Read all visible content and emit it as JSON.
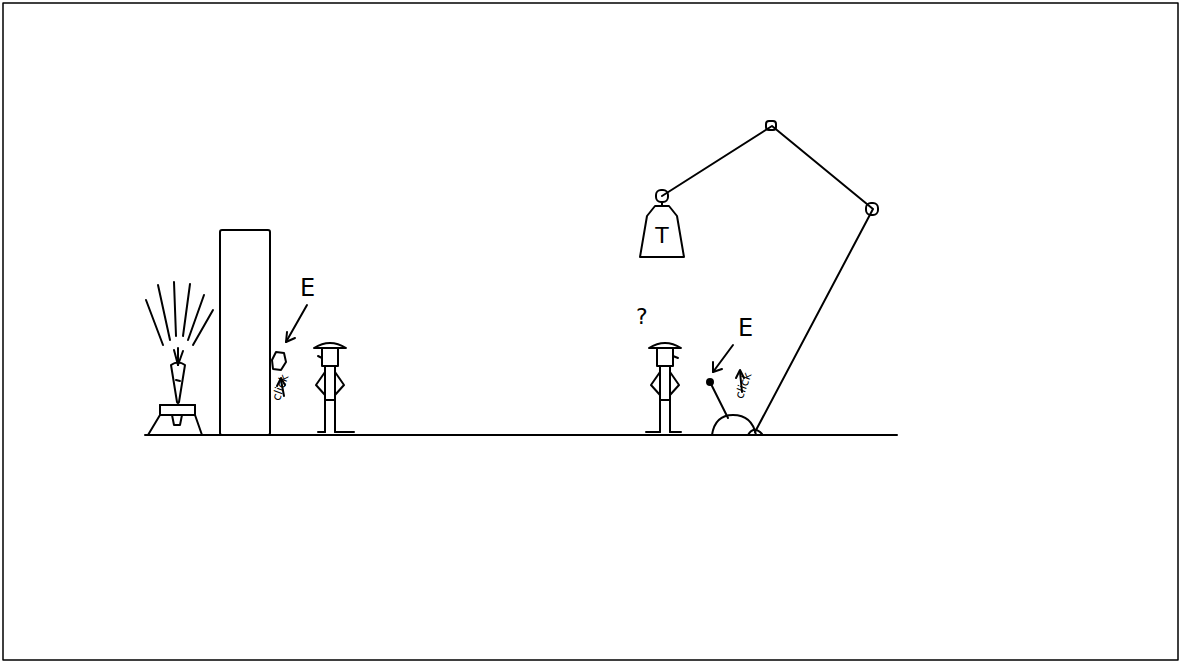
{
  "diagram": {
    "nodes": [
      {
        "text": [
          "T"
        ]
      }
    ],
    "labels": [
      "E",
      "click",
      "?",
      "E",
      "click"
    ]
  }
}
